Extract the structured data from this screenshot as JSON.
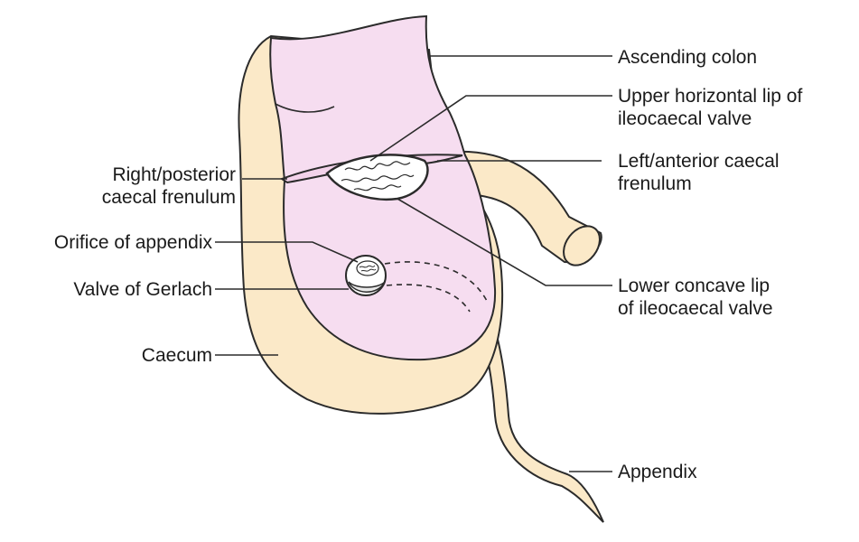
{
  "labels": {
    "ascending_colon": "Ascending colon",
    "upper_lip": [
      "Upper horizontal lip of",
      "ileocaecal valve"
    ],
    "left_frenulum": [
      "Left/anterior caecal",
      "frenulum"
    ],
    "right_frenulum": [
      "Right/posterior",
      "caecal frenulum"
    ],
    "orifice_appendix": "Orifice of appendix",
    "valve_gerlach": "Valve of Gerlach",
    "lower_lip": [
      "Lower concave lip",
      "of ileocaecal valve"
    ],
    "caecum": "Caecum",
    "appendix": "Appendix"
  },
  "colors": {
    "mucosa_pink": "#f6ddf0",
    "serosa_cream": "#fbe9c8",
    "outline": "#2b2b2b",
    "leader_line": "#2b2b2b"
  }
}
